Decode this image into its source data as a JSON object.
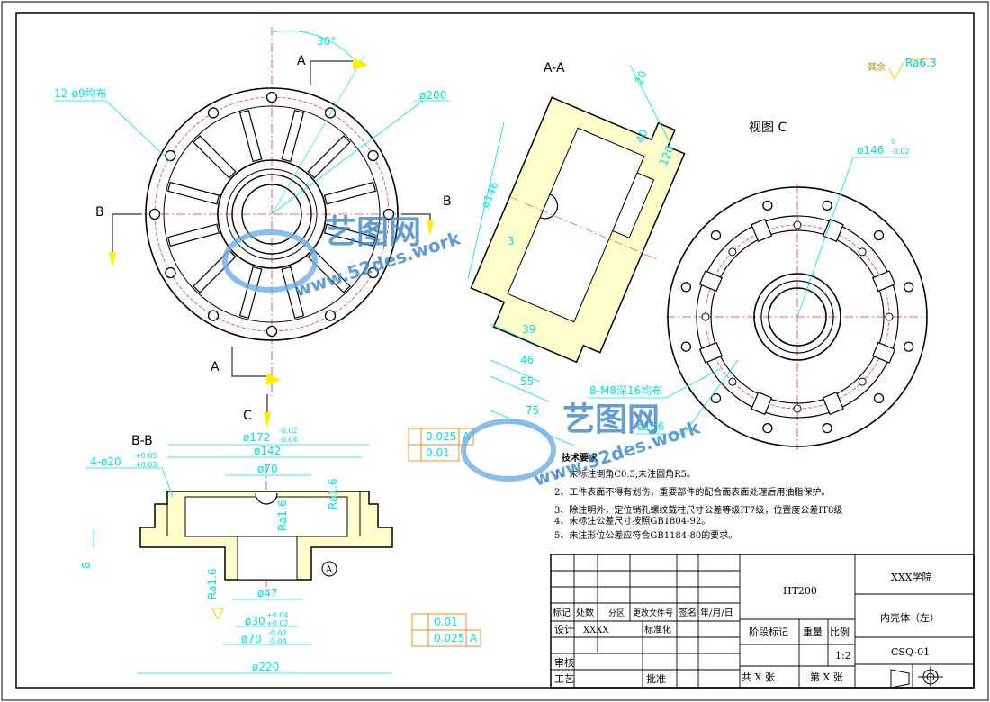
{
  "sections": {
    "aa_label": "A-A",
    "bb_label": "B-B",
    "view_c_label": "视图 C",
    "cut_a": "A",
    "cut_b": "B",
    "cut_c": "C"
  },
  "front_view": {
    "angle": "30°",
    "hole_pattern": "12-ø9均布",
    "outer_dia": "ø200"
  },
  "aa_dims": {
    "d20": "20",
    "d40": "40",
    "d120": "120",
    "d146": "ø146",
    "d3": "3",
    "d39": "39",
    "d46": "46",
    "d55": "55",
    "d75": "75"
  },
  "view_c": {
    "dia146": "ø146",
    "tol_up": "0",
    "tol_low": "-0.02",
    "thread": "8-M8深16均布",
    "dia156": "ø156"
  },
  "roughness": {
    "rest_label": "其余",
    "rest_value": "Ra6.3",
    "ra16": "Ra1.6"
  },
  "bb_dims": {
    "d172": "ø172",
    "d172_up": "-0.02",
    "d172_low": "-0.04",
    "d142": "ø142",
    "holes": "4-ø20",
    "holes_up": "+0.05",
    "holes_low": "+0.03",
    "d70": "ø70",
    "d8": "8",
    "d47": "ø47",
    "d30": "ø30",
    "d30_up": "+0.04",
    "d30_low": "+0.02",
    "d70b": "ø70",
    "d70b_up": "-0.02",
    "d70b_low": "-0.04",
    "d220": "ø220",
    "datum": "A"
  },
  "gdt": {
    "top_runout_value": "0.025",
    "top_runout_datum": "A",
    "top_flat_value": "0.01",
    "bot_flat_value": "0.01",
    "bot_runout_value": "0.025",
    "bot_runout_datum": "A"
  },
  "tech_req": {
    "title": "技术要求",
    "items": [
      "1、未标注倒角C0.5,未注圆角R5。",
      "2、工件表面不得有划伤，重要部件的配合面表面处理后用油脂保护。",
      "3、除注明外，定位销孔螺纹载柱尺寸公差等级IT7级，位置度公差IT8级",
      "4、未标注公差尺寸按照GB1804-92。",
      "5、未注形位公差应符合GB1184-80的要求。"
    ]
  },
  "title_block": {
    "material": "HT200",
    "school": "XXX学院",
    "part_name": "内壳体（左）",
    "drawing_no": "CSQ-01",
    "scale": "1:2",
    "row_headers": [
      "标记",
      "处数",
      "分区",
      "更改文件号",
      "签名",
      "年/月/日"
    ],
    "design": "设计",
    "designer": "XXXX",
    "standardize": "标准化",
    "stage_mark": "阶段标记",
    "weight": "重量",
    "scale_label": "比例",
    "review": "审核",
    "process": "工艺",
    "approve": "批准",
    "sheet_total": "共 X 张",
    "sheet_no": "第 X 张"
  },
  "watermark": {
    "brand": "艺图网",
    "url1": "www.52des.work",
    "url2": "www.52des.work"
  }
}
